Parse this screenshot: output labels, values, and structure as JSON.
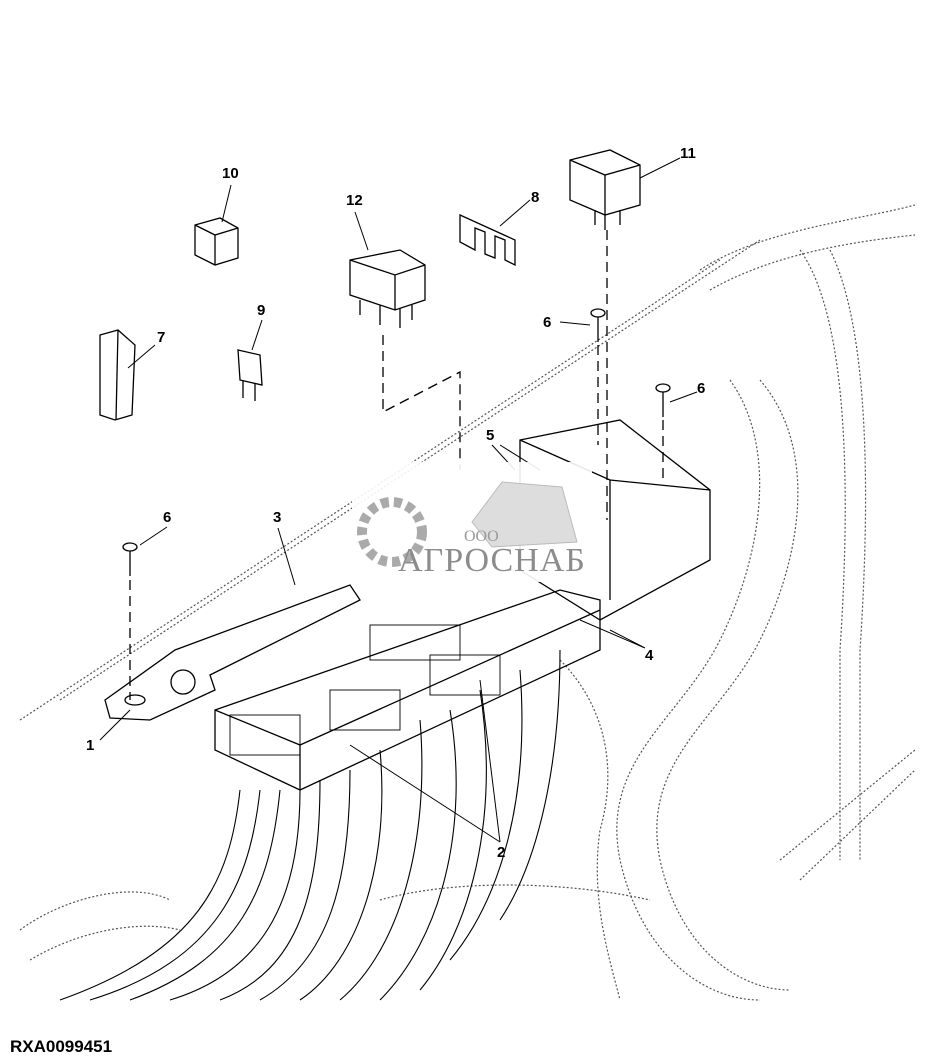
{
  "figure_id": "RXA0099451",
  "callouts": [
    "1",
    "2",
    "3",
    "4",
    "5",
    "6",
    "7",
    "8",
    "9",
    "10",
    "11",
    "12"
  ],
  "watermark": {
    "prefix": "ООО",
    "name": "АГРОСНАБ"
  }
}
